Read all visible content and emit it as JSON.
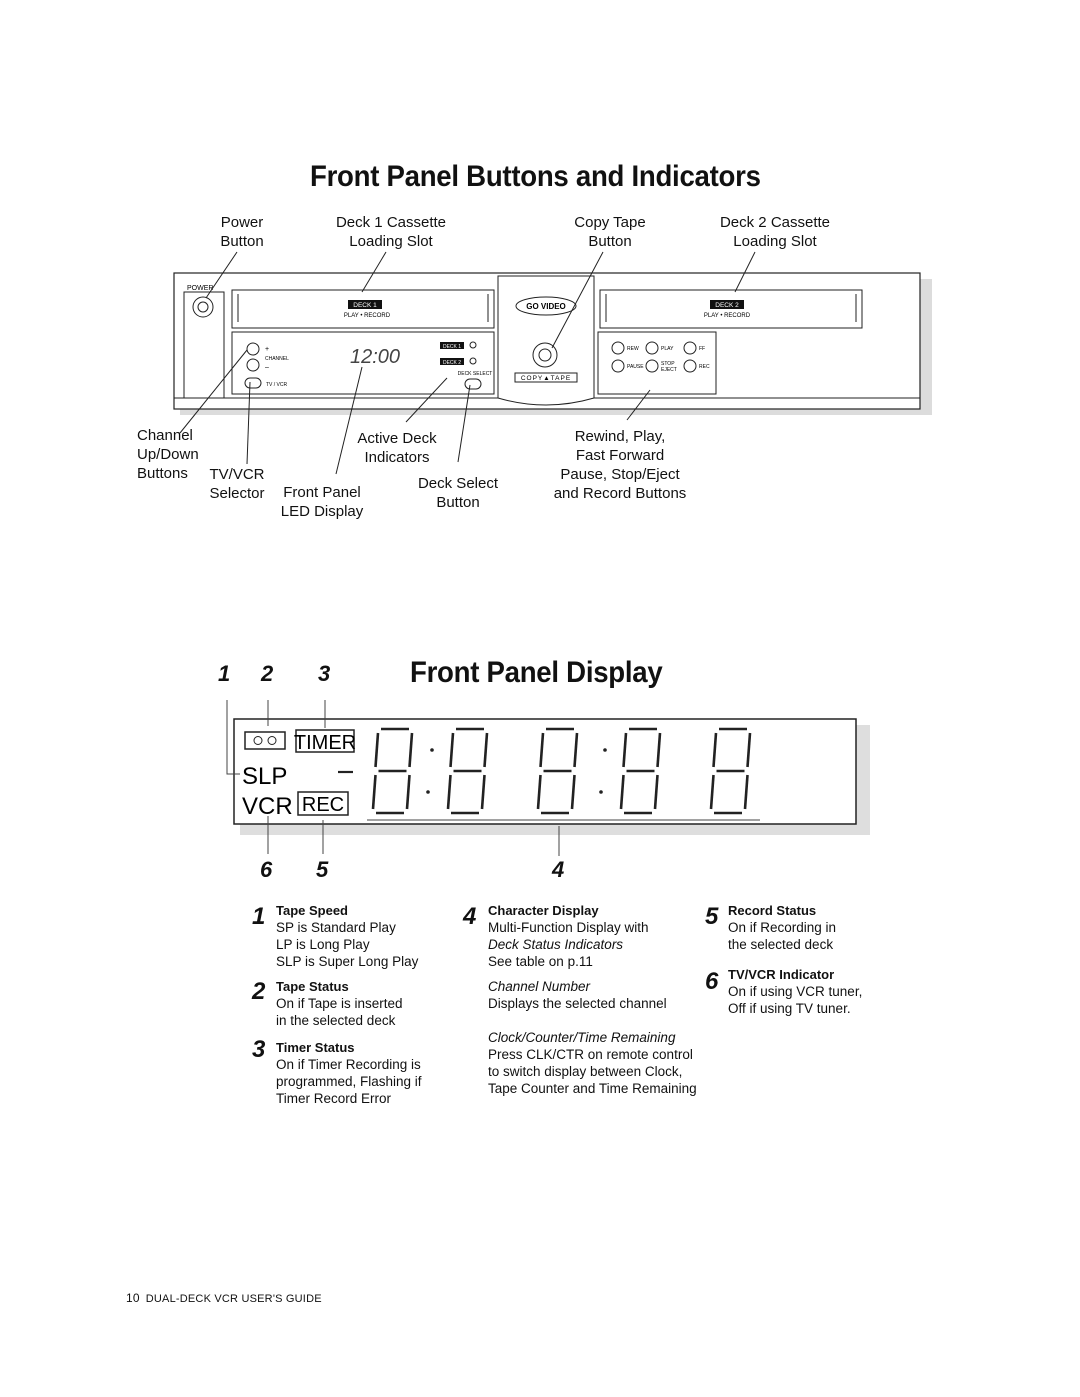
{
  "title_buttons": "Front Panel Buttons and Indicators",
  "title_display": "Front Panel Display",
  "callouts_top": {
    "power_1": "Power",
    "power_2": "Button",
    "deck1_1": "Deck 1 Cassette",
    "deck1_2": "Loading Slot",
    "copy_1": "Copy Tape",
    "copy_2": "Button",
    "deck2_1": "Deck 2 Cassette",
    "deck2_2": "Loading Slot"
  },
  "callouts_bottom": {
    "channel_1": "Channel",
    "channel_2": "Up/Down",
    "channel_3": "Buttons",
    "tvvcr_1": "TV/VCR",
    "tvvcr_2": "Selector",
    "led_1": "Front Panel",
    "led_2": "LED Display",
    "active_1": "Active Deck",
    "active_2": "Indicators",
    "select_1": "Deck Select",
    "select_2": "Button",
    "rew_1": "Rewind, Play,",
    "rew_2": "Fast Forward",
    "rew_3": "Pause, Stop/Eject",
    "rew_4": "and Record Buttons"
  },
  "panel": {
    "power": "POWER",
    "deck1": "DECK 1",
    "deck2": "DECK 2",
    "play_record": "PLAY • RECORD",
    "brand": "GO VIDEO",
    "channel": "CHANNEL",
    "plus": "+",
    "minus": "–",
    "tvvcr": "TV / VCR",
    "clock": "12:00",
    "deck1_small": "DECK 1",
    "deck2_small": "DECK 2",
    "deck_select": "DECK SELECT",
    "copy_tape": "COPY▲TAPE",
    "rew": "REW",
    "play": "PLAY",
    "ff": "FF",
    "pause": "PAUSE",
    "stop": "STOP",
    "eject": "EJECT",
    "rec": "REC"
  },
  "display": {
    "numbers": [
      "1",
      "2",
      "3",
      "6",
      "5",
      "4"
    ],
    "timer": "TIMER",
    "slp": "SLP",
    "vcr": "VCR",
    "rec": "REC"
  },
  "legend": {
    "n1": "1",
    "h1": "Tape Speed",
    "t1a": "SP is Standard Play",
    "t1b": "LP is Long Play",
    "t1c": "SLP is Super Long Play",
    "n2": "2",
    "h2": "Tape Status",
    "t2a": "On if Tape is inserted",
    "t2b": "in the selected deck",
    "n3": "3",
    "h3": "Timer Status",
    "t3a": "On if Timer Recording is",
    "t3b": "programmed, Flashing if",
    "t3c": "Timer Record Error",
    "n4": "4",
    "h4": "Character Display",
    "t4a": "Multi-Function Display with",
    "i4a": "Deck Status Indicators",
    "t4b": "See table on p.11",
    "i4b": "Channel Number",
    "t4c": "Displays the selected channel",
    "i4c": "Clock/Counter/Time Remaining",
    "t4d": "Press CLK/CTR on remote control",
    "t4e": "to switch display between Clock,",
    "t4f": "Tape Counter and Time Remaining",
    "n5": "5",
    "h5": "Record Status",
    "t5a": "On if Recording in",
    "t5b": "the selected deck",
    "n6": "6",
    "h6": "TV/VCR Indicator",
    "t6a": "On if using VCR tuner,",
    "t6b": "Off if using TV tuner."
  },
  "footer": {
    "page": "10",
    "text": "DUAL-DECK VCR USER'S GUIDE"
  }
}
